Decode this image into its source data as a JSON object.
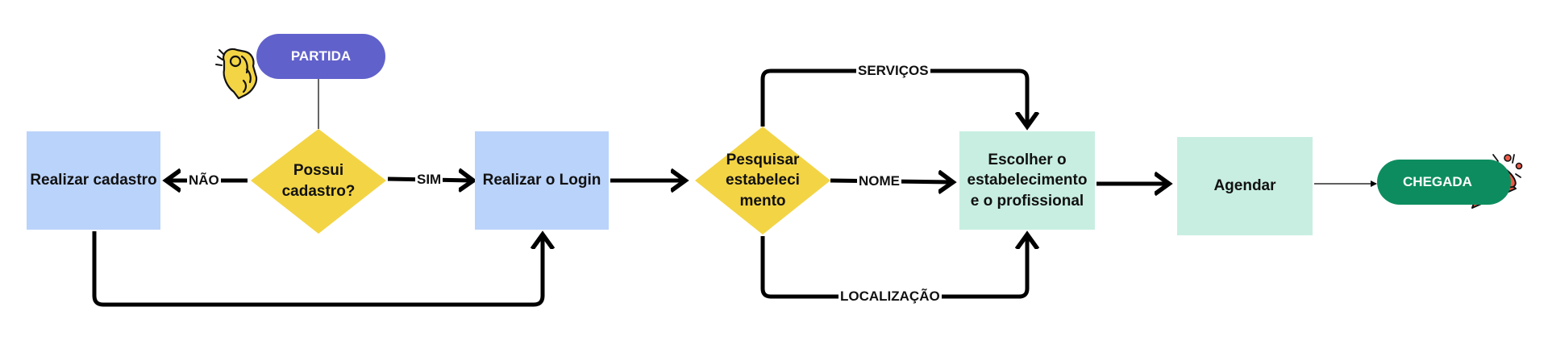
{
  "start": {
    "label": "PARTIDA",
    "color": "#6161cc"
  },
  "end": {
    "label": "CHEGADA",
    "color": "#0d8d5f"
  },
  "nodes": {
    "register": "Realizar cadastro",
    "has_account": "Possui cadastro?",
    "login": "Realizar o Login",
    "search": "Pesquisar estabeleci mento",
    "choose": "Escolher o estabelecimento e o profissional",
    "schedule": "Agendar"
  },
  "edges": {
    "no": "NÃO",
    "yes": "SIM",
    "services": "SERVIÇOS",
    "name": "NOME",
    "location": "LOCALIZAÇÃO"
  },
  "colors": {
    "blue_box": "#bad3fb",
    "mint_box": "#c8eee2",
    "diamond": "#f3d444",
    "arrow": "#000000"
  },
  "icons": [
    "ok-hand-icon",
    "party-popper-icon"
  ]
}
